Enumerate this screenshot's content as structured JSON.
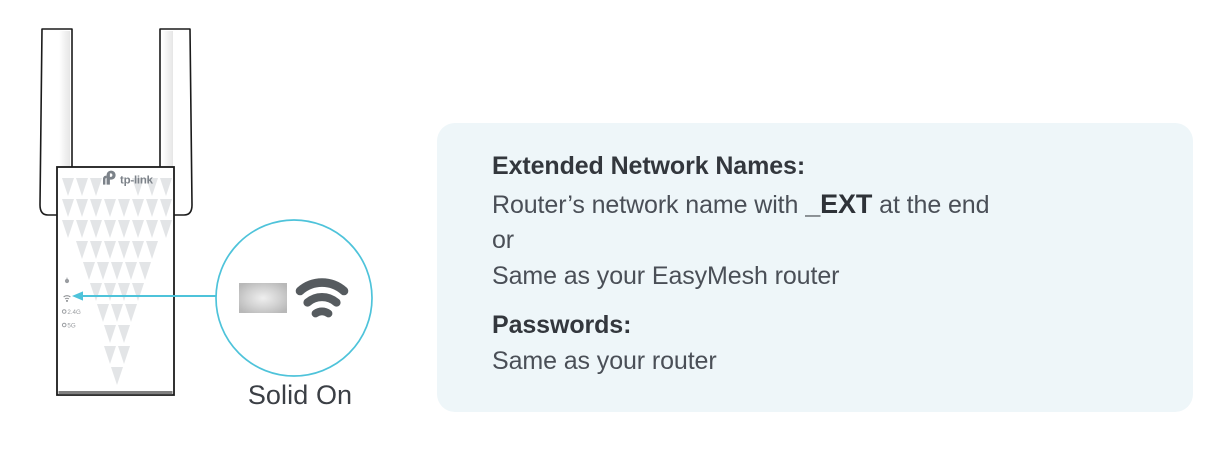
{
  "page": {
    "background": "#ffffff",
    "accent_cyan": "#4ec3da",
    "panel_background": "#eef6f9",
    "heading_color": "#33373d",
    "body_color": "#4a4f57"
  },
  "illustration": {
    "name": "tp-link range extender front view",
    "brand_logo_text": "tp-link",
    "antenna_left": "antenna-left",
    "antenna_right": "antenna-right",
    "leds": [
      {
        "name": "power-led",
        "label": ""
      },
      {
        "name": "signal-led",
        "label": ""
      },
      {
        "name": "band-24g-led",
        "label": "2.4G"
      },
      {
        "name": "band-5g-led",
        "label": "5G"
      }
    ],
    "callout": {
      "led_indicator_name": "signal-led-zoom",
      "wifi_icon_name": "wifi-signal-icon",
      "label": "Solid On"
    }
  },
  "info_panel": {
    "blocks": [
      {
        "heading": "Extended Network Names:",
        "lines": [
          {
            "prefix": "Router’s network name with ",
            "emphasis": "_EXT",
            "suffix": " at the end"
          },
          {
            "prefix": "or",
            "emphasis": "",
            "suffix": ""
          },
          {
            "prefix": "Same as your EasyMesh router",
            "emphasis": "",
            "suffix": ""
          }
        ]
      },
      {
        "heading": "Passwords:",
        "lines": [
          {
            "prefix": "Same as your router",
            "emphasis": "",
            "suffix": ""
          }
        ]
      }
    ]
  }
}
